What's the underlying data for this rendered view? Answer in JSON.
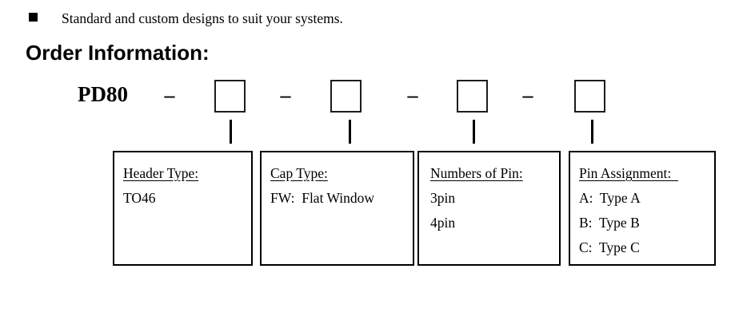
{
  "page": {
    "bullet_text": "Standard and custom designs to suit your systems.",
    "section_title": "Order Information:"
  },
  "diagram": {
    "part_number": "PD80",
    "separator": "–",
    "placeholder_box_count": 4
  },
  "legend": {
    "boxes": [
      {
        "title": "Header Type:",
        "lines": [
          "TO46"
        ]
      },
      {
        "title": "Cap Type:",
        "lines": [
          "FW:  Flat Window"
        ]
      },
      {
        "title": "Numbers of Pin:",
        "lines": [
          "3pin",
          "4pin"
        ]
      },
      {
        "title": "Pin Assignment:  ",
        "lines": [
          "A:  Type A",
          "B:  Type B",
          "C:  Type C"
        ]
      }
    ]
  }
}
